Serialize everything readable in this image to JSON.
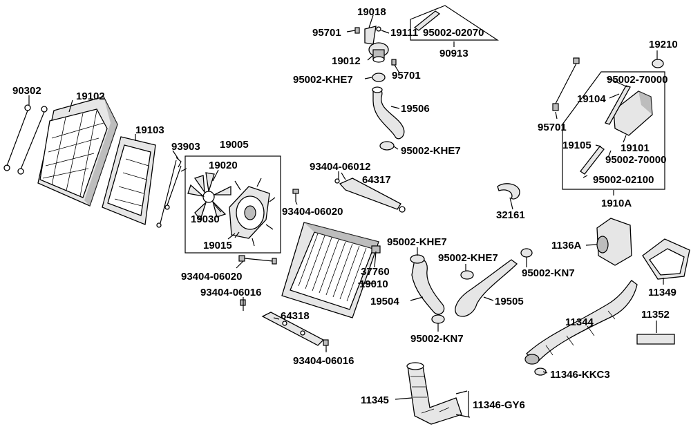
{
  "callouts": [
    {
      "id": "c90302",
      "text": "90302"
    },
    {
      "id": "c19102",
      "text": "19102"
    },
    {
      "id": "c19103",
      "text": "19103"
    },
    {
      "id": "c93903",
      "text": "93903"
    },
    {
      "id": "c19005",
      "text": "19005"
    },
    {
      "id": "c19020",
      "text": "19020"
    },
    {
      "id": "c19030",
      "text": "19030"
    },
    {
      "id": "c19015",
      "text": "19015"
    },
    {
      "id": "c93404_06020a",
      "text": "93404-06020"
    },
    {
      "id": "c93404_06020b",
      "text": "93404-06020"
    },
    {
      "id": "c93404_06016a",
      "text": "93404-06016"
    },
    {
      "id": "c93404_06016b",
      "text": "93404-06016"
    },
    {
      "id": "c93404_06012",
      "text": "93404-06012"
    },
    {
      "id": "c64317",
      "text": "64317"
    },
    {
      "id": "c64318",
      "text": "64318"
    },
    {
      "id": "c19018",
      "text": "19018"
    },
    {
      "id": "c95701a",
      "text": "95701"
    },
    {
      "id": "c19111",
      "text": "19111"
    },
    {
      "id": "c95002_02070",
      "text": "95002-02070"
    },
    {
      "id": "c90913",
      "text": "90913"
    },
    {
      "id": "c19012",
      "text": "19012"
    },
    {
      "id": "c95701b",
      "text": "95701"
    },
    {
      "id": "c95002_khe7a",
      "text": "95002-KHE7"
    },
    {
      "id": "c19506",
      "text": "19506"
    },
    {
      "id": "c95002_khe7b",
      "text": "95002-KHE7"
    },
    {
      "id": "c32161",
      "text": "32161"
    },
    {
      "id": "c95002_khe7c",
      "text": "95002-KHE7"
    },
    {
      "id": "c37760",
      "text": "37760"
    },
    {
      "id": "c19010",
      "text": "19010"
    },
    {
      "id": "c19504",
      "text": "19504"
    },
    {
      "id": "c95002_kn7a",
      "text": "95002-KN7"
    },
    {
      "id": "c95002_khe7d",
      "text": "95002-KHE7"
    },
    {
      "id": "c19505",
      "text": "19505"
    },
    {
      "id": "c95002_kn7b",
      "text": "95002-KN7"
    },
    {
      "id": "c19210",
      "text": "19210"
    },
    {
      "id": "c95002_70000a",
      "text": "95002-70000"
    },
    {
      "id": "c19104",
      "text": "19104"
    },
    {
      "id": "c95701c",
      "text": "95701"
    },
    {
      "id": "c19105",
      "text": "19105"
    },
    {
      "id": "c19101",
      "text": "19101"
    },
    {
      "id": "c95002_70000b",
      "text": "95002-70000"
    },
    {
      "id": "c95002_02100",
      "text": "95002-02100"
    },
    {
      "id": "c1910A",
      "text": "1910A"
    },
    {
      "id": "c1136A",
      "text": "1136A"
    },
    {
      "id": "c11349",
      "text": "11349"
    },
    {
      "id": "c11344",
      "text": "11344"
    },
    {
      "id": "c11352",
      "text": "11352"
    },
    {
      "id": "c11346_kkc3",
      "text": "11346-KKC3"
    },
    {
      "id": "c11345",
      "text": "11345"
    },
    {
      "id": "c11346_gy6",
      "text": "11346-GY6"
    }
  ]
}
